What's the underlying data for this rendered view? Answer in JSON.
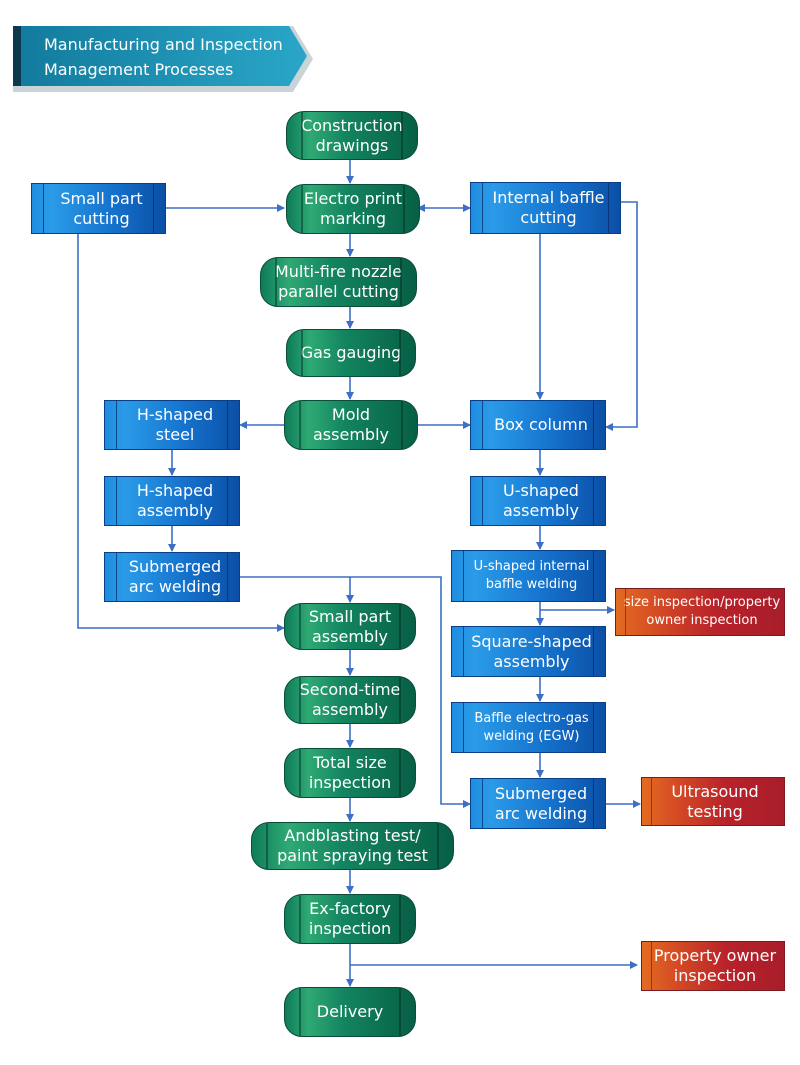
{
  "title": {
    "line1": "Manufacturing and Inspection",
    "line2": "Management Processes"
  },
  "colors": {
    "process": "#0e7c58",
    "branch": "#1572cc",
    "inspection": "#b8222a",
    "arrow": "#3d6fc4"
  },
  "nodes": {
    "construction_drawings": "Construction\ndrawings",
    "electro_print_marking": "Electro print\nmarking",
    "multi_fire_cutting": "Multi-fire nozzle\nparallel cutting",
    "gas_gauging": "Gas gauging",
    "mold_assembly": "Mold\nassembly",
    "small_part_assembly": "Small part\nassembly",
    "second_time_assembly": "Second-time\nassembly",
    "total_size_inspection": "Total size\ninspection",
    "andblasting_test": "Andblasting test/\npaint spraying test",
    "ex_factory_inspection": "Ex-factory\ninspection",
    "delivery": "Delivery",
    "small_part_cutting": "Small part\ncutting",
    "h_shaped_steel": "H-shaped\nsteel",
    "h_shaped_assembly": "H-shaped\nassembly",
    "submerged_arc_welding_left": "Submerged\narc welding",
    "internal_baffle_cutting": "Internal baffle\ncutting",
    "box_column": "Box column",
    "u_shaped_assembly": "U-shaped\nassembly",
    "u_shaped_internal_baffle_welding": "U-shaped internal\nbaffle welding",
    "square_shaped_assembly": "Square-shaped\nassembly",
    "baffle_egw": "Baffle electro-gas\nwelding (EGW)",
    "submerged_arc_welding_right": "Submerged\narc welding",
    "size_inspection": "size inspection/property\nowner inspection",
    "ultrasound_testing": "Ultrasound\ntesting",
    "property_owner_inspection": "Property owner\ninspection"
  }
}
